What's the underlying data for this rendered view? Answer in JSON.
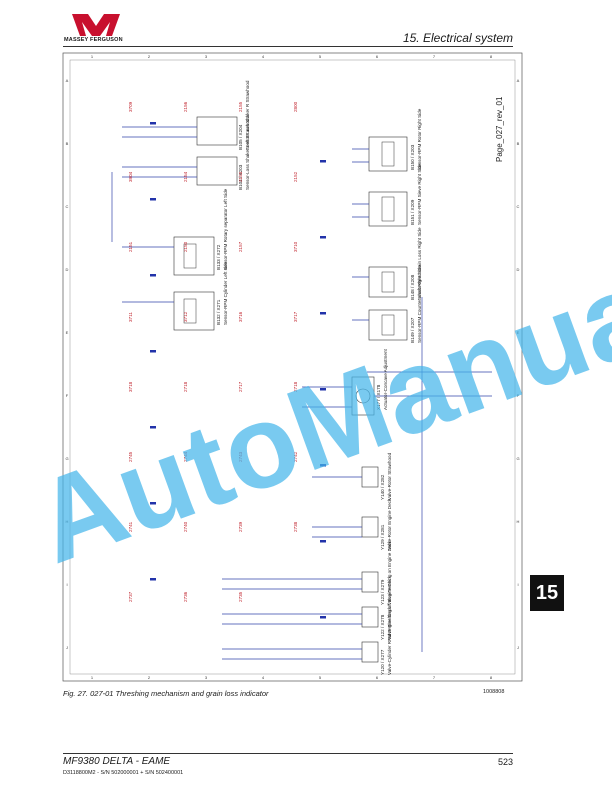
{
  "header": {
    "brand": "MASSEY FERGUSON",
    "section_title": "15. Electrical system"
  },
  "diagram": {
    "page_ref": "Page_027_rev_01",
    "border_letters": [
      "A",
      "B",
      "C",
      "D",
      "E",
      "F",
      "G",
      "H",
      "I",
      "J"
    ],
    "border_numbers": [
      "1",
      "2",
      "3",
      "4",
      "5",
      "6",
      "7",
      "8"
    ],
    "components": [
      {
        "ref": "B150 / X203",
        "desc": "Sensor-RPM Rotor Right Side"
      },
      {
        "ref": "B151 / X209",
        "desc": "Sensor-RPM Sieve Right Side"
      },
      {
        "ref": "B148 / X208",
        "desc": "Sensor-Feed Grain Loss Right Side"
      },
      {
        "ref": "B149 / X207",
        "desc": "Sensor-RPM Counter shaft Right Side"
      },
      {
        "ref": "B104 / X203",
        "desc": "Sensor-Loss Shaker Left Strawhood"
      },
      {
        "ref": "B105 / X204",
        "desc": "Sensor-Loss Shaker R Strawhood"
      },
      {
        "ref": "B133 / X272",
        "desc": "Sensor-RPM Rotary separator Left Side"
      },
      {
        "ref": "B132 / X271",
        "desc": "Sensor-RPM Cylinder Left side"
      },
      {
        "ref": "X177 / X178",
        "desc": "Actuator-Concave Adjustment"
      },
      {
        "ref": "Y140 / X282",
        "desc": "Valve-Rotor Strawhood"
      },
      {
        "ref": "Y129 / X281",
        "desc": "Valve-Rotor Engine Deck"
      },
      {
        "ref": "Y123 / X279",
        "desc": "Valve-Treshing on Engine Deck"
      },
      {
        "ref": "Y122 / X278",
        "desc": "Valve-Treshing off Engine Deck"
      },
      {
        "ref": "Y120 / X277",
        "desc": "Valve-Cylinder RPM Engine Deck"
      }
    ],
    "wire_ids": [
      "3709",
      "2156",
      "2155",
      "2800",
      "3904",
      "2154",
      "2153",
      "2152",
      "2151",
      "2150",
      "2157",
      "3710",
      "3711",
      "3712",
      "3716",
      "3717",
      "3718",
      "2718",
      "2717",
      "2718",
      "2745",
      "2744",
      "2743",
      "2742",
      "2741",
      "2740",
      "2739",
      "2738",
      "2737",
      "2736",
      "2735"
    ]
  },
  "figure": {
    "caption": "Fig. 27. 027-01 Threshing mechanism and grain loss indicator",
    "code": "1008808"
  },
  "chapter_tab": "15",
  "footer": {
    "model": "MF9380 DELTA - EAME",
    "serial": "D3118800M2 - S/N 502000001 + S/N 502400001",
    "page_number": "523"
  },
  "watermark": "AutoManual"
}
